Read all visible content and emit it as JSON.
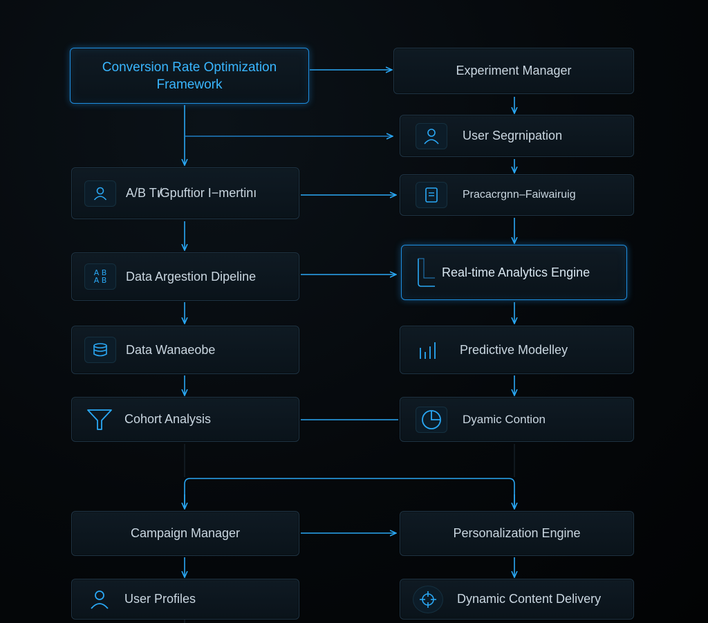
{
  "accent_color": "#2aa8f5",
  "nodes": {
    "crof": "Conversion Rate Optimization Framework",
    "experiment_manager": "Experiment Manager",
    "user_segmentation": "User Segrnipation",
    "ab_testing": "A/B Tı̸Gpuftior I−mertinı",
    "predictive": "Pracacrgnn–Faiwairuig",
    "data_ingestion": "Data Argestion Dipeline",
    "realtime": "Real-time Analytics Engine",
    "warehouse": "Data Wanaeobe",
    "predictive_modelley": "Predictive Modelley",
    "cohort": "Cohort Analysis",
    "dynamic_contion": "Dyamic Contion",
    "campaign": "Campaign Manager",
    "personalization": "Personalization Engine",
    "user_profiles": "User Profiles",
    "dynamic_delivery": "Dynamic Content Delivery"
  },
  "icons": {
    "ab_text_top": "A B",
    "ab_text_bottom": "A B"
  }
}
